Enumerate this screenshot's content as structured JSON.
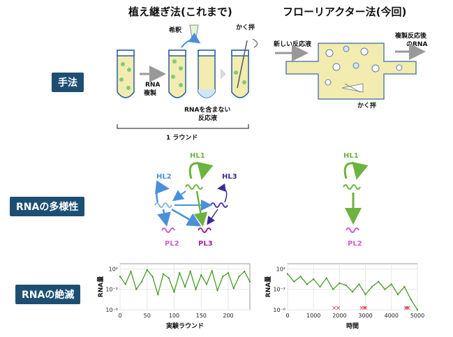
{
  "titles": {
    "left": "植え継ぎ法(これまで)",
    "right": "フローリアクター法(今回)"
  },
  "row_labels": [
    "手法",
    "RNAの多様性",
    "RNAの絶滅"
  ],
  "method_left": {
    "dilution": "希釈",
    "stir": "かく拌",
    "rna_replication": [
      "RNA",
      "複製"
    ],
    "no_rna_solution": [
      "RNAを含まない",
      "反応液"
    ],
    "one_round": "1 ラウンド"
  },
  "method_right": {
    "new_solution": "新しい反応液",
    "after_reaction": [
      "複製反応後",
      "のRNA"
    ],
    "stir": "かく拌"
  },
  "diversity_left": {
    "hl1": "HL1",
    "hl2": "HL2",
    "hl3": "HL3",
    "pl2": "PL2",
    "pl3": "PL3"
  },
  "diversity_right": {
    "hl1": "HL1",
    "pl2": "PL2"
  },
  "colors": {
    "green": "#6db33f",
    "blue": "#4a90d9",
    "purple": "#3a2a9a",
    "pink": "#d05fd0",
    "magenta": "#a0269a",
    "label_bg": "#1d4f73",
    "tube": "#f2ecb0"
  },
  "chart_data": [
    {
      "type": "line",
      "xlabel": "実験ラウンド",
      "ylabel": "RNA量",
      "xlim": [
        0,
        240
      ],
      "ylim_log10": [
        -6,
        3
      ],
      "xticks": [
        "0",
        "50",
        "100",
        "150",
        "200"
      ],
      "yticks": [
        "10²",
        "10⁻²",
        "10⁻⁶"
      ],
      "series": [
        {
          "color": "#4a9a2a",
          "x": [
            0,
            10,
            20,
            30,
            40,
            50,
            60,
            70,
            80,
            90,
            100,
            110,
            120,
            130,
            140,
            150,
            160,
            170,
            180,
            190,
            200,
            210,
            220,
            230,
            240
          ],
          "log10_y": [
            0.5,
            -1,
            1.5,
            -2,
            -0.5,
            1.8,
            0.5,
            -3,
            1,
            0.2,
            -2.5,
            1.2,
            -1.5,
            1.5,
            -2,
            0.8,
            -1,
            1.6,
            -2.2,
            0.5,
            1.2,
            -1.8,
            0.5,
            1.5,
            -0.5
          ]
        }
      ]
    },
    {
      "type": "line",
      "xlabel": "時間",
      "ylabel": "RNA量",
      "xlim": [
        0,
        5000
      ],
      "ylim_log10": [
        -6,
        3
      ],
      "xticks": [
        "0",
        "1000",
        "2000",
        "3000",
        "4000",
        "5000"
      ],
      "yticks": [
        "10²",
        "10⁻²",
        "10⁻⁶"
      ],
      "series": [
        {
          "color": "#4a9a2a",
          "x": [
            0,
            250,
            500,
            750,
            1000,
            1250,
            1500,
            1750,
            2000,
            2250,
            2500,
            2750,
            3000,
            3250,
            3500,
            3750,
            4000,
            4250,
            4500,
            4750,
            5000
          ],
          "log10_y": [
            1,
            -0.5,
            0.5,
            -1,
            0,
            -1.5,
            0.2,
            -2,
            -0.8,
            -1.2,
            -2.5,
            -1,
            -3,
            -1.5,
            -0.5,
            -2,
            -1,
            -3,
            -1.5,
            -4,
            -6
          ]
        }
      ],
      "extinction_events_x": [
        1800,
        1950,
        2850,
        2950,
        3000,
        4550,
        4600,
        4650
      ]
    }
  ]
}
